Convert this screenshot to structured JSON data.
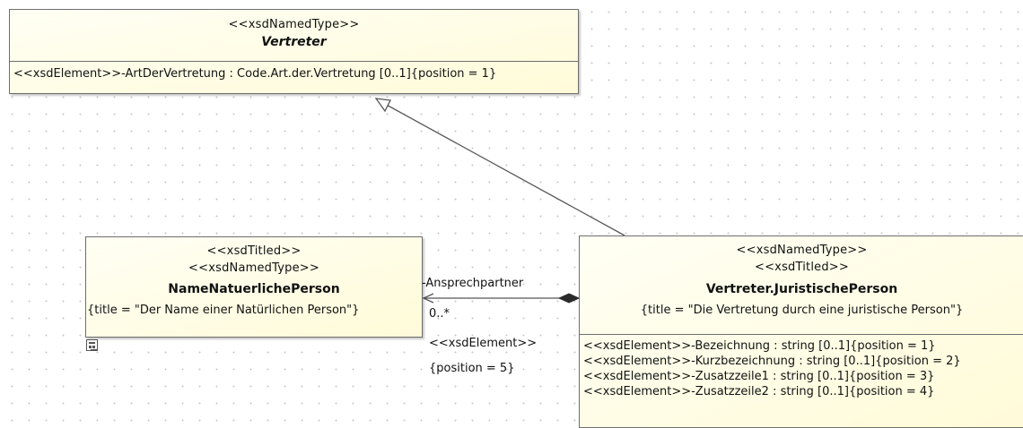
{
  "vertreter": {
    "stereotypes": [
      "<<xsdNamedType>>"
    ],
    "name": "Vertreter",
    "attributes": [
      "<<xsdElement>>-ArtDerVertretung : Code.Art.der.Vertretung [0..1]{position = 1}"
    ]
  },
  "name_natuerliche_person": {
    "stereotypes": [
      "<<xsdTitled>>",
      "<<xsdNamedType>>"
    ],
    "name": "NameNatuerlichePerson",
    "tagged_value": "{title = \"Der Name einer Natürlichen Person\"}"
  },
  "vertreter_juristische_person": {
    "stereotypes": [
      "<<xsdNamedType>>",
      "<<xsdTitled>>"
    ],
    "name": "Vertreter.JuristischePerson",
    "tagged_value": "{title = \"Die Vertretung durch eine juristische Person\"}",
    "attributes": [
      "<<xsdElement>>-Bezeichnung : string [0..1]{position = 1}",
      "<<xsdElement>>-Kurzbezeichnung : string [0..1]{position = 2}",
      "<<xsdElement>>-Zusatzzeile1 : string [0..1]{position = 3}",
      "<<xsdElement>>-Zusatzzeile2 : string [0..1]{position = 4}"
    ]
  },
  "association": {
    "role": "-Ansprechpartner",
    "multiplicity": "0..*",
    "stereotype": "<<xsdElement>>",
    "constraint": "{position = 5}"
  },
  "icons": {
    "diagram_link": "diagram-link-icon"
  }
}
